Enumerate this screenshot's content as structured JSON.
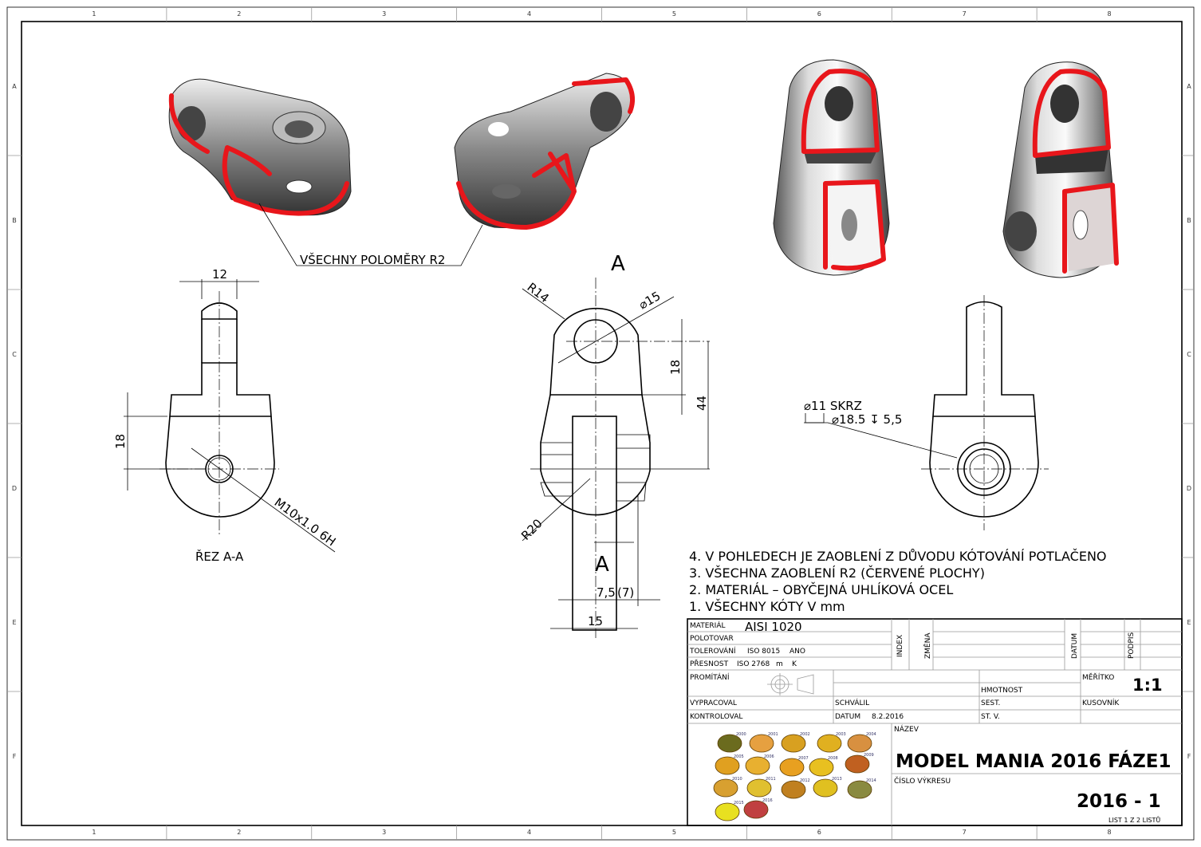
{
  "sheet": {
    "columns": [
      "1",
      "2",
      "3",
      "4",
      "5",
      "6",
      "7",
      "8"
    ],
    "rows": [
      "A",
      "B",
      "C",
      "D",
      "E",
      "F"
    ]
  },
  "views": {
    "iso_callout": "VŠECHNY POLOMĚRY R2",
    "section": {
      "dim_width": "12",
      "dim_height": "18",
      "thread": "M10x1.0 6H",
      "label": "ŘEZ A-A"
    },
    "front": {
      "section_mark_top": "A",
      "section_mark_bottom": "A",
      "radius_top": "R14",
      "hole_dia": "⌀15",
      "dim_18": "18",
      "dim_44": "44",
      "radius_bottom": "R20",
      "dim_7_5": "7,5",
      "dim_7": "(7)",
      "dim_15": "15"
    },
    "side": {
      "hole_note_1": "⌀11 SKRZ",
      "hole_note_2": "⌀18.5 ↧ 5,5"
    }
  },
  "notes": [
    "4. V POHLEDECH JE ZAOBLENÍ Z DŮVODU KÓTOVÁNÍ POTLAČENO",
    "3. VŠECHNA ZAOBLENÍ R2 (ČERVENÉ PLOCHY)",
    "2. MATERIÁL – OBYČEJNÁ UHLÍKOVÁ OCEL",
    "1. VŠECHNY KÓTY V mm"
  ],
  "title_block": {
    "material_label": "MATERIÁL",
    "material_value": "AISI 1020",
    "polotovar_label": "POLOTOVAR",
    "tolerance_label": "TOLEROVÁNÍ",
    "tolerance_value": "ISO 8015",
    "tolerance_extra": "ANO",
    "accuracy_label": "PŘESNOST",
    "accuracy_value": "ISO 2768",
    "accuracy_m": "m",
    "accuracy_k": "K",
    "index_label": "INDEX",
    "change_label": "ZMĚNA",
    "date_col_label": "DATUM",
    "sign_label": "PODPIS",
    "projection_label": "PROMÍTÁNÍ",
    "mass_label": "HMOTNOST",
    "scale_label": "MĚŘÍTKO",
    "scale_value": "1:1",
    "drawn_label": "VYPRACOVAL",
    "approved_label": "SCHVÁLIL",
    "assembly_label": "SEST.",
    "bom_label": "KUSOVNÍK",
    "checked_label": "KONTROLOVAL",
    "date_label": "DATUM",
    "date_value": "8.2.2016",
    "stv_label": "ST. V.",
    "name_label": "NÁZEV",
    "name_value": "MODEL MANIA 2016 FÁZE1",
    "drawing_no_label": "ČÍSLO VÝKRESU",
    "drawing_no_value": "2016 - 1",
    "sheet_info": "LIST 1 Z 2 LISTŮ",
    "logo_years": [
      "2000",
      "2001",
      "2002",
      "2003",
      "2004",
      "2005",
      "2006",
      "2007",
      "2008",
      "2009",
      "2010",
      "2011",
      "2012",
      "2013",
      "2014",
      "2015",
      "2016"
    ]
  },
  "colors": {
    "fillet": "#e8161b",
    "mass_label": "#800060",
    "sheet_info": "#800060"
  }
}
